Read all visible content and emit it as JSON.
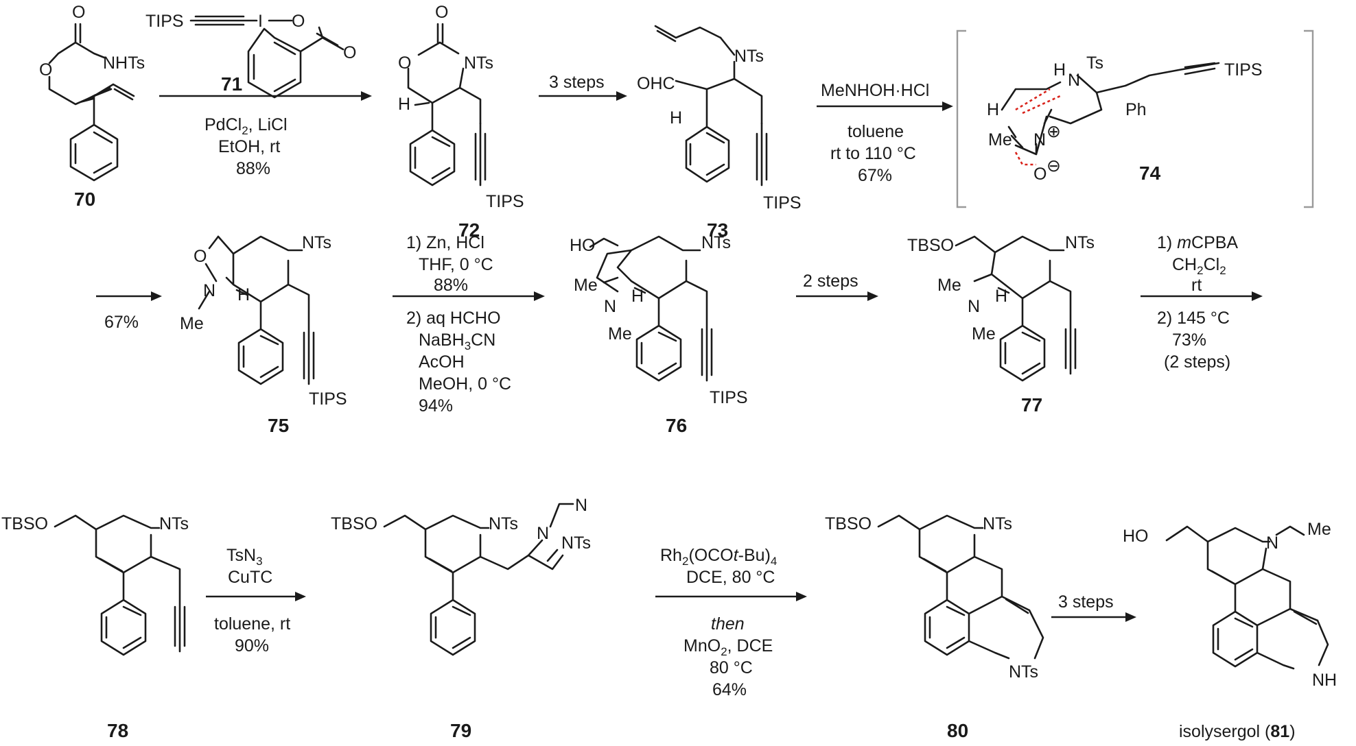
{
  "compounds": [
    {
      "id": "c70",
      "number": "70"
    },
    {
      "id": "c71",
      "number": "71"
    },
    {
      "id": "c72",
      "number": "72"
    },
    {
      "id": "c73",
      "number": "73"
    },
    {
      "id": "c74",
      "number": "74"
    },
    {
      "id": "c75",
      "number": "75"
    },
    {
      "id": "c76",
      "number": "76"
    },
    {
      "id": "c77",
      "number": "77"
    },
    {
      "id": "c78",
      "number": "78"
    },
    {
      "id": "c79",
      "number": "79"
    },
    {
      "id": "c80",
      "number": "80"
    },
    {
      "id": "c81",
      "name": "isolysergol (",
      "number": "81",
      "close": ")"
    }
  ],
  "atom_labels": {
    "c70": {
      "O1": "O",
      "O2": "O",
      "NHTs": "NHTs"
    },
    "c71": {
      "TIPS": "TIPS",
      "I": "I",
      "O1": "O",
      "O2": "O"
    },
    "c72": {
      "O1": "O",
      "O2": "O",
      "NTs": "NTs",
      "H": "H",
      "TIPS": "TIPS"
    },
    "c73": {
      "NTs": "NTs",
      "OHC": "OHC",
      "H": "H",
      "TIPS": "TIPS"
    },
    "c74": {
      "H1": "H",
      "Ts": "Ts",
      "N": "N",
      "TIPS": "TIPS",
      "H2": "H",
      "Ph": "Ph",
      "Me": "Me",
      "Nplus": "N",
      "plus": "⊕",
      "O": "O",
      "minus": "⊖"
    },
    "c75": {
      "NTs": "NTs",
      "O": "O",
      "N": "N",
      "Me": "Me",
      "H": "H",
      "TIPS": "TIPS"
    },
    "c76": {
      "HO": "HO",
      "NTs": "NTs",
      "Me1": "Me",
      "N": "N",
      "Me2": "Me",
      "H": "H",
      "TIPS": "TIPS"
    },
    "c77": {
      "TBSO": "TBSO",
      "NTs": "NTs",
      "Me1": "Me",
      "N": "N",
      "Me2": "Me",
      "H": "H"
    },
    "c78": {
      "TBSO": "TBSO",
      "NTs": "NTs"
    },
    "c79": {
      "TBSO": "TBSO",
      "NTs": "NTs",
      "N1": "N",
      "N2": "N",
      "NTs2": "NTs"
    },
    "c80": {
      "TBSO": "TBSO",
      "NTs": "NTs",
      "NTs2": "NTs"
    },
    "c81": {
      "HO": "HO",
      "N": "N",
      "Me": "Me",
      "NH": "NH"
    }
  },
  "conditions": {
    "r1": {
      "line1_a": "PdCl",
      "line1_sub": "2",
      "line1_b": ", LiCl",
      "line2": "EtOH, rt",
      "line3": "88%"
    },
    "r2": {
      "above": "3 steps"
    },
    "r3": {
      "above": "MeNHOH·HCl",
      "line1": "toluene",
      "line2": "rt to 110 °C",
      "line3": "67%"
    },
    "r4": {
      "below": "67%"
    },
    "r5": {
      "a1": "1) Zn, HCl",
      "a2": "THF, 0 °C",
      "a3": "88%",
      "b1": "2) aq HCHO",
      "b2_a": "NaBH",
      "b2_sub": "3",
      "b2_b": "CN",
      "b3": "AcOH",
      "b4": "MeOH, 0 °C",
      "b5": "94%"
    },
    "r6": {
      "above": "2 steps"
    },
    "r7": {
      "a1_a": "1) ",
      "a1_it": "m",
      "a1_b": "CPBA",
      "a2_a": "CH",
      "a2_sub1": "2",
      "a2_b": "Cl",
      "a2_sub2": "2",
      "a3": "rt",
      "b1": "2) 145 °C",
      "b2": "73%",
      "b3": "(2 steps)"
    },
    "r8": {
      "a1_a": "TsN",
      "a1_sub": "3",
      "a2": "CuTC",
      "b1": "toluene, rt",
      "b2": "90%"
    },
    "r9": {
      "a1_a": "Rh",
      "a1_sub1": "2",
      "a1_b": "(OCO",
      "a1_it": "t",
      "a1_c": "-Bu)",
      "a1_sub2": "4",
      "a2": "DCE, 80 °C",
      "b1": "then",
      "b2_a": "MnO",
      "b2_sub": "2",
      "b2_b": ", DCE",
      "b3": "80 °C",
      "b4": "64%"
    },
    "r10": {
      "above": "3 steps"
    }
  }
}
